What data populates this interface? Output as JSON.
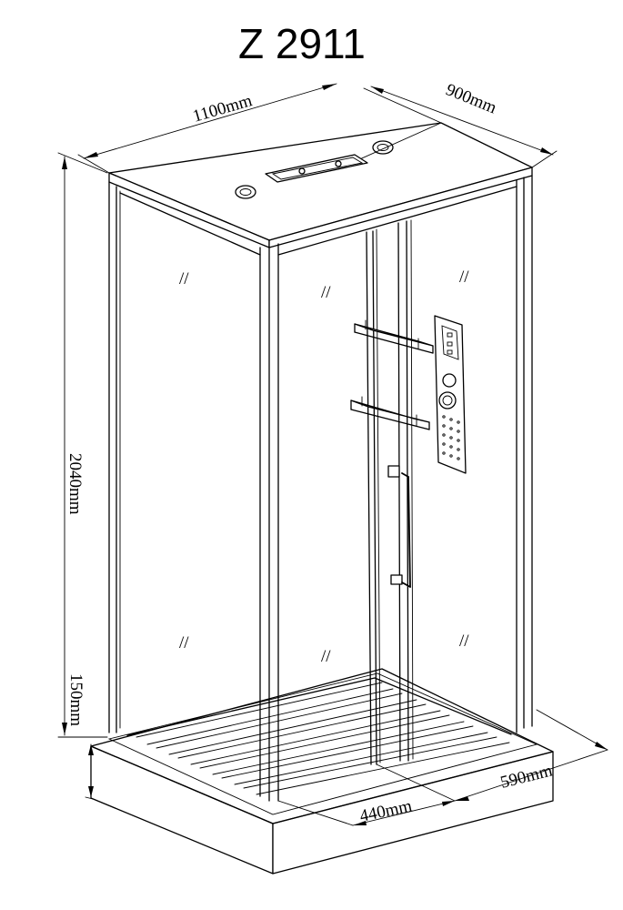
{
  "title": "Z 2911",
  "dimensions": {
    "width": "1100mm",
    "depth": "900mm",
    "height": "2040mm",
    "base_height": "150mm",
    "side_width": "590mm",
    "door_width": "440mm"
  },
  "glass_mark": "//"
}
